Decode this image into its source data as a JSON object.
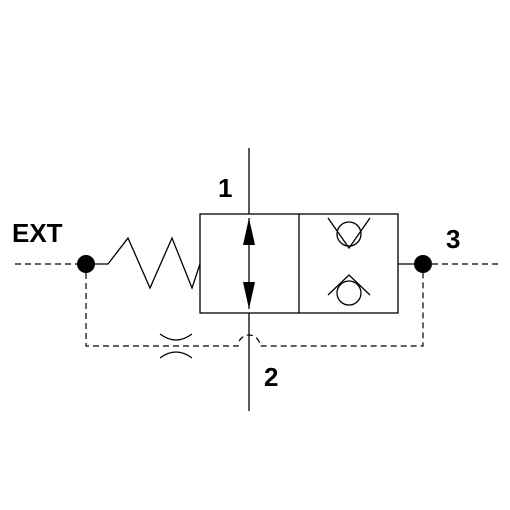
{
  "labels": {
    "ext": "EXT",
    "port1": "1",
    "port2": "2",
    "port3": "3"
  },
  "colors": {
    "stroke": "#000000",
    "background": "#ffffff"
  }
}
